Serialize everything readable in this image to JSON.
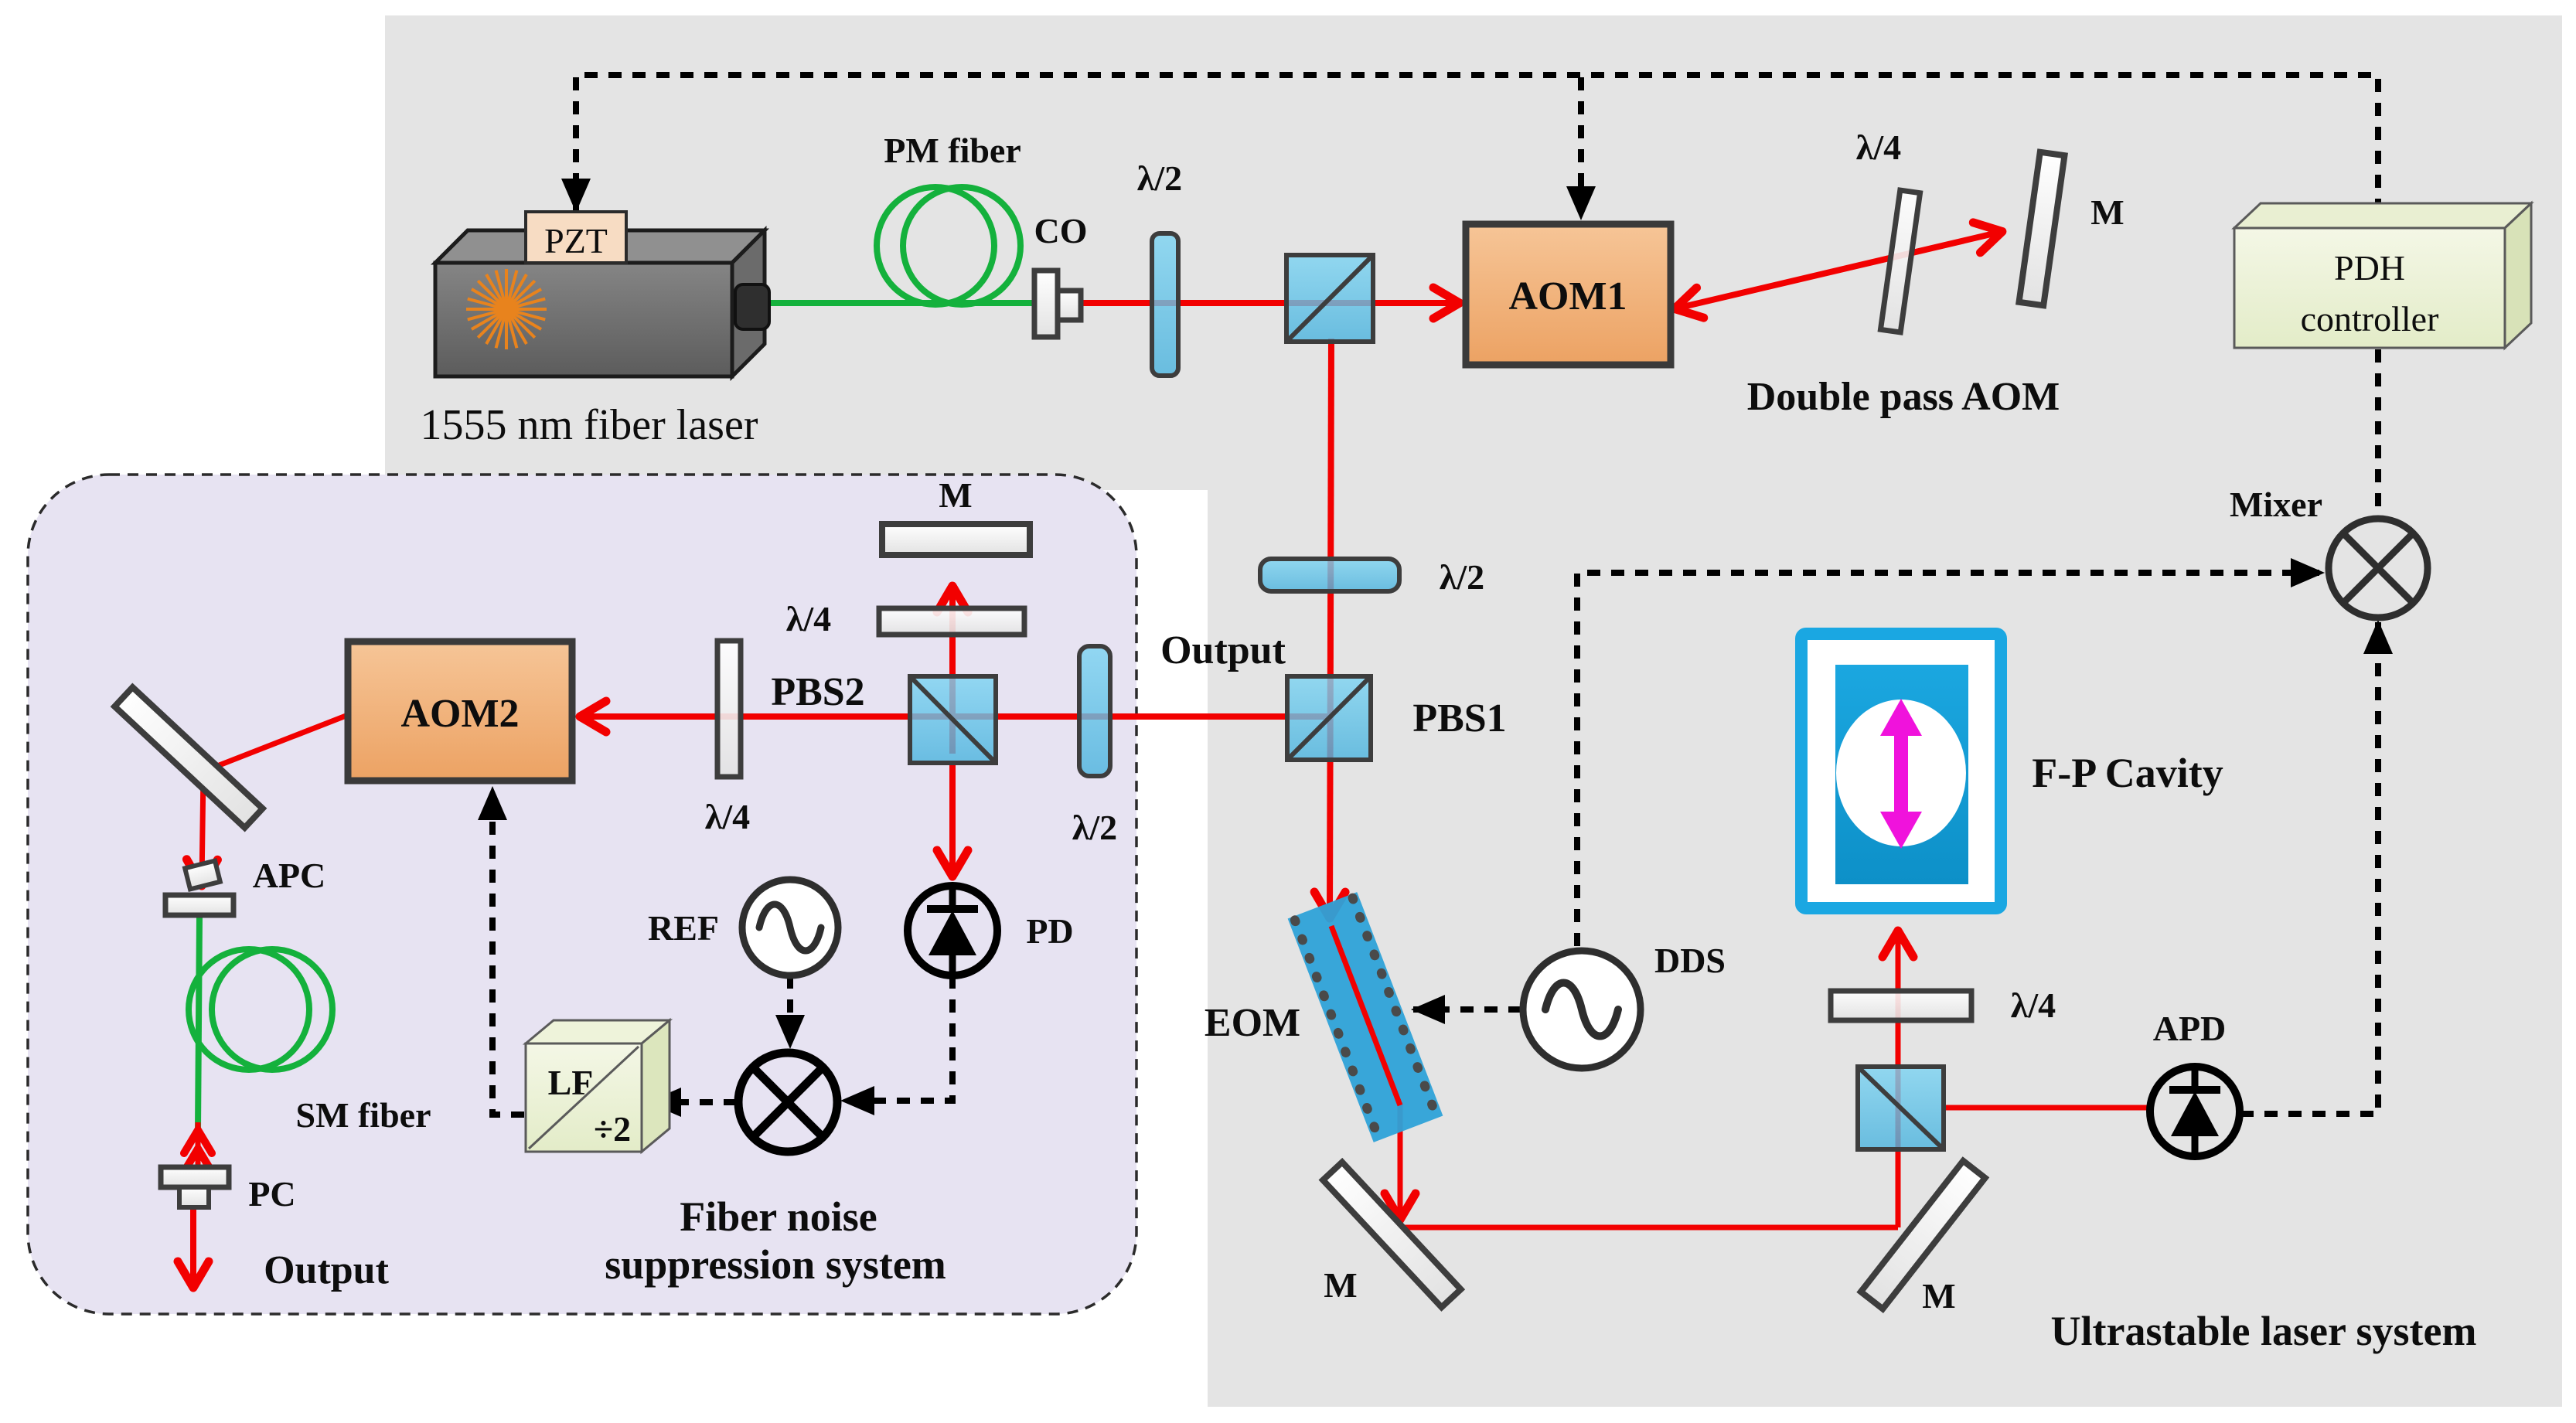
{
  "title": "Ultrastable laser system with fiber noise suppression — optical schematic",
  "labels": {
    "pzt": "PZT",
    "laser_caption": "1555 nm fiber laser",
    "pm_fiber": "PM fiber",
    "co": "CO",
    "hwp_top": "λ/2",
    "aom1": "AOM1",
    "qwp_double_pass": "λ/4",
    "m_double_pass": "M",
    "double_pass": "Double pass  AOM",
    "pdh_line1": "PDH",
    "pdh_line2": "controller",
    "mixer": "Mixer",
    "hwp_mid": "λ/2",
    "output_top": "Output",
    "pbs1": "PBS1",
    "eom": "EOM",
    "dds": "DDS",
    "fp_cavity": "F-P Cavity",
    "qwp_right": "λ/4",
    "apd": "APD",
    "m_bottom_left": "M",
    "m_bottom_right": "M",
    "ultrastable": "Ultrastable laser system",
    "m_fiber": "M",
    "qwp_fiber_top": "λ/4",
    "pbs2": "PBS2",
    "aom2": "AOM2",
    "qwp_fiber_left": "λ/4",
    "hwp_fiber": "λ/2",
    "ref": "REF",
    "pd": "PD",
    "lf": "LF",
    "div2": "÷2",
    "apc": "APC",
    "sm_fiber": "SM fiber",
    "pc": "PC",
    "output_bottom": "Output",
    "fiber_noise_line1": "Fiber noise",
    "fiber_noise_line2": "suppression system"
  },
  "colors": {
    "beam_red": "#f20000",
    "fiber_green": "#14b13c",
    "glass_blue": "#58c4ec",
    "aom_orange": "#f2b179",
    "cavity_blue": "#1aa7e2",
    "cavity_arrow_magenta": "#f012dc",
    "panel_gray": "#e4e4e4",
    "panel_purple": "#e7e3f2",
    "electronics_green": "#eef3da",
    "control_black": "#000000"
  }
}
